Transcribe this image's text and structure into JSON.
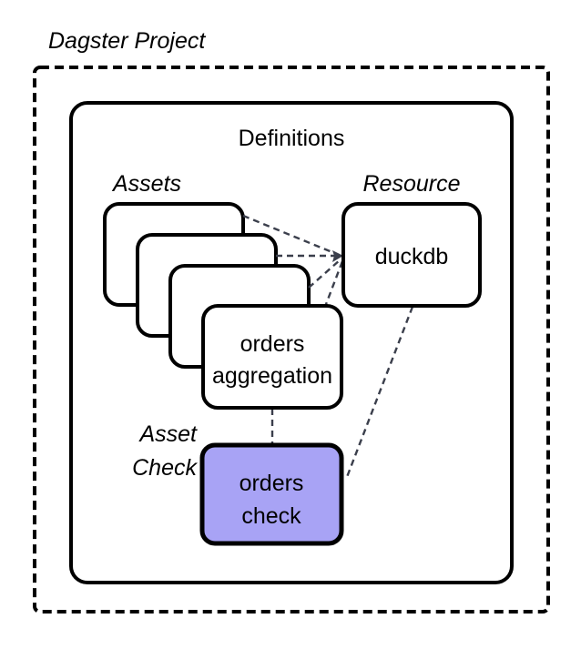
{
  "diagram": {
    "title": "Dagster Project",
    "accent_purple": "#a8a3f5",
    "stroke_color": "#000000",
    "edge_color": "#3b3f4c",
    "background": "#ffffff",
    "outer_container": {
      "label": "Dagster Project",
      "border_style": "dashed"
    },
    "definitions_container": {
      "label": "Definitions",
      "border_style": "solid"
    },
    "groups": [
      {
        "key": "assets",
        "label": "Assets"
      },
      {
        "key": "resource",
        "label": "Resource"
      },
      {
        "key": "asset_check",
        "label_line1": "Asset",
        "label_line2": "Check"
      }
    ],
    "nodes": {
      "asset_stack": {
        "label": "Assets",
        "count": 4,
        "front_card_line1": "orders",
        "front_card_line2": "aggregation"
      },
      "resource": {
        "label": "Resource",
        "name": "duckdb"
      },
      "asset_check": {
        "label_line1": "Asset",
        "label_line2": "Check",
        "name_line1": "orders",
        "name_line2": "check",
        "fill": "#a8a3f5"
      }
    },
    "edges": [
      {
        "from": "asset-card-1",
        "to": "duckdb",
        "style": "dashed",
        "arrow": true
      },
      {
        "from": "asset-card-2",
        "to": "duckdb",
        "style": "dashed",
        "arrow": true
      },
      {
        "from": "asset-card-3",
        "to": "duckdb",
        "style": "dashed",
        "arrow": true
      },
      {
        "from": "orders-aggregation",
        "to": "duckdb",
        "style": "dashed",
        "arrow": true
      },
      {
        "from": "orders-aggregation",
        "to": "orders-check",
        "style": "dashed",
        "arrow": false
      },
      {
        "from": "duckdb",
        "to": "orders-check",
        "style": "dashed",
        "arrow": false
      }
    ]
  }
}
